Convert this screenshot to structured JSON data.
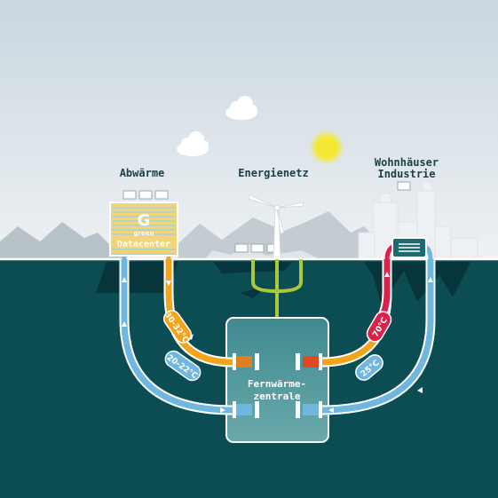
{
  "labels": {
    "left": "Abwärme",
    "center": "Energienetz",
    "right_line1": "Wohnhäuser",
    "right_line2": "Industrie"
  },
  "datacenter": {
    "logo_letter": "G",
    "logo_text": "green",
    "name": "Datacenter"
  },
  "central": {
    "line1": "Fernwärme-",
    "line2": "zentrale"
  },
  "temperatures": {
    "left_hot": "30-32°C",
    "left_cold": "20-22°C",
    "right_hot": "70°C",
    "right_cold": "25°C"
  },
  "colors": {
    "sky": "#dde5ea",
    "water": "#0b4d53",
    "hot_pipe": "#f2a51c",
    "cold_pipe": "#6fb7de",
    "hot_red": "#d9214a",
    "anergy": "#a9c93a",
    "sun": "#f5e832"
  }
}
